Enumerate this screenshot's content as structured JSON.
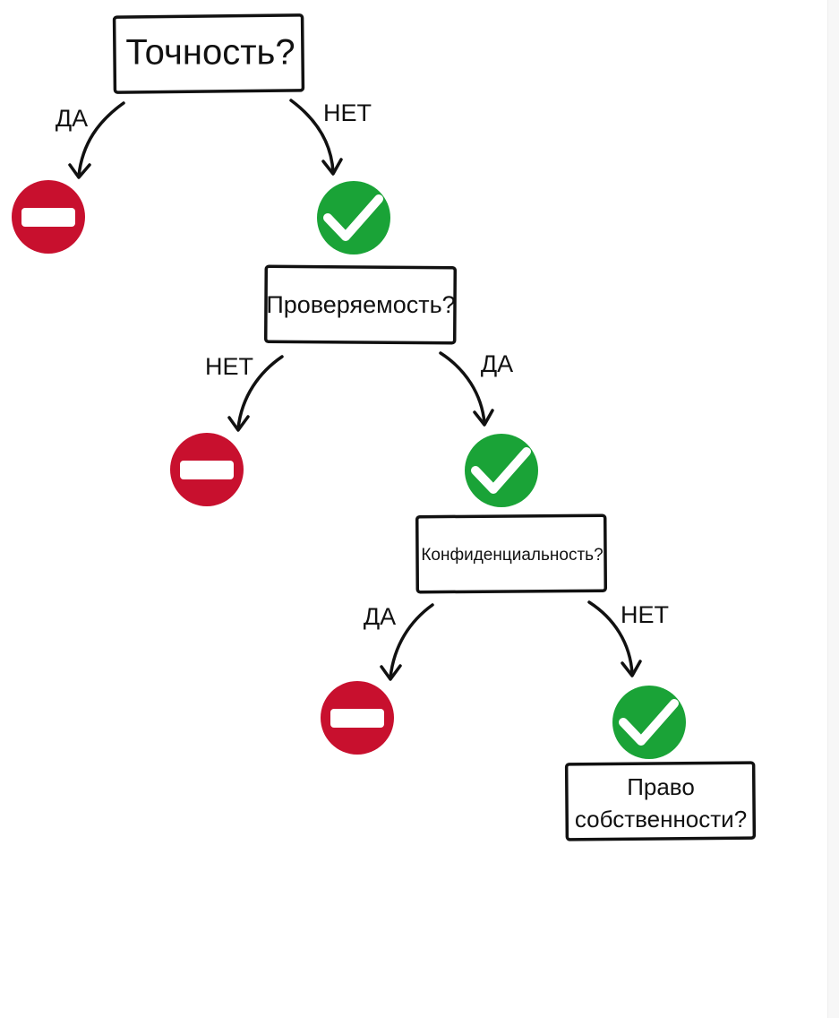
{
  "nodes": {
    "q1": {
      "label": "Точность?"
    },
    "q2": {
      "label": "Проверяемость?"
    },
    "q3": {
      "label": "Конфиденциальность?"
    },
    "q4": {
      "label_line1": "Право",
      "label_line2": "собственности?"
    }
  },
  "edges": {
    "q1_left": "ДА",
    "q1_right": "НЕТ",
    "q2_left": "НЕТ",
    "q2_right": "ДА",
    "q3_left": "ДА",
    "q3_right": "НЕТ"
  },
  "icons": {
    "stop": {
      "name": "stop-icon",
      "color": "#c8102e",
      "bar_color": "#ffffff"
    },
    "check": {
      "name": "check-icon",
      "color": "#1aa337",
      "mark_color": "#ffffff"
    }
  }
}
